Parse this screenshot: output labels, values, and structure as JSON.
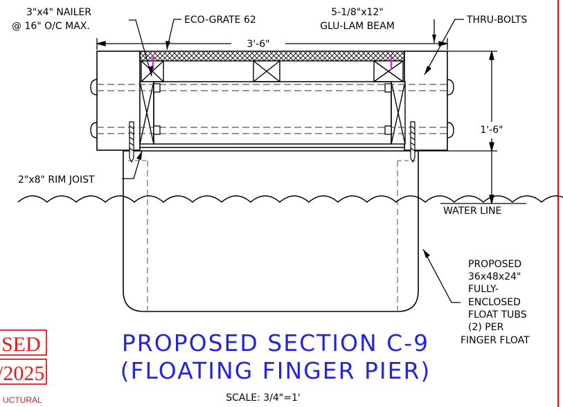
{
  "labels": {
    "nailer_line1": "3\"x4\" NAILER",
    "nailer_line2": "@ 16\" O/C MAX.",
    "eco_grate": "ECO-GRATE 62",
    "beam_line1": "5-1/8\"x12\"",
    "beam_line2": "GLU-LAM BEAM",
    "thru_bolts": "THRU-BOLTS",
    "width_dim": "3'-6\"",
    "height_dim": "1'-6\"",
    "rim_joist": "2\"x8\" RIM JOIST",
    "water_line": "WATER LINE",
    "float_note": [
      "PROPOSED",
      "36x48x24\"",
      "FULLY-",
      "ENCLOSED",
      "FLOAT TUBS",
      "(2) PER",
      "FINGER FLOAT"
    ]
  },
  "title": {
    "line1": "PROPOSED SECTION C-9",
    "line2": "(FLOATING FINGER PIER)",
    "scale": "SCALE: 3/4\"=1'"
  },
  "stamp": {
    "line1": "SED",
    "line2": "/2025",
    "line3": "UCTURAL"
  },
  "colors": {
    "title": "#2323e6",
    "stamp": "#e41b1b",
    "nailer_screw": "#e020e0",
    "border": "#ff0000"
  }
}
